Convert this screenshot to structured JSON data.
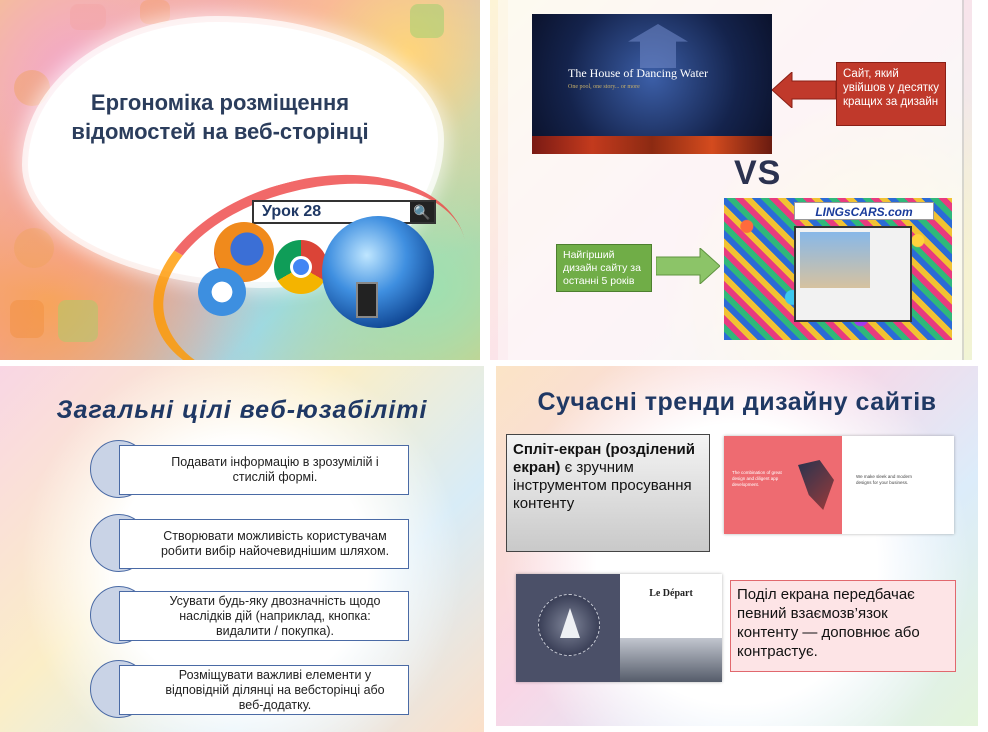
{
  "slide1": {
    "title": "Ергономіка розміщення відомостей на веб-сторінці",
    "lesson": "Урок 28",
    "search_glyph": "🔍"
  },
  "slide2": {
    "good_site_title": "The House of Dancing Water",
    "good_site_subtitle": "One pool, one story... or more",
    "callout_red": "Сайт, який увійшов у десятку кращих за дизайн",
    "vs": "VS",
    "bad_site_logo": "LINGsCARS.com",
    "callout_green": "Найгірший дизайн сайту за останні 5 років"
  },
  "slide3": {
    "title": "Загальні цілі веб-юзабіліті",
    "goals": [
      "Подавати інформацію в зрозумілій і стислій формі.",
      "Створювати можливість користувачам робити вибір найочевиднішим шляхом.",
      "Усувати будь-яку двозначність щодо наслідків дій (наприклад, кнопка: видалити / покупка).",
      "Розміщувати важливі елементи у відповідній ділянці на вебсторінці або веб-додатку."
    ]
  },
  "slide4": {
    "title": "Сучасні тренди дизайну сайтів",
    "gray_box_bold": "Спліт-екран (розділений екран)",
    "gray_box_rest": " є зручним інструментом просування контенту",
    "split1_left_text": "The combination of great design and diligent app development.",
    "split1_right_text": "We make sleek and modern designs for your business.",
    "split2_title": "Le Départ",
    "pink_box": "Поділ екрана передбачає певний взаємозв’язок контенту — доповнює або контрастує."
  }
}
